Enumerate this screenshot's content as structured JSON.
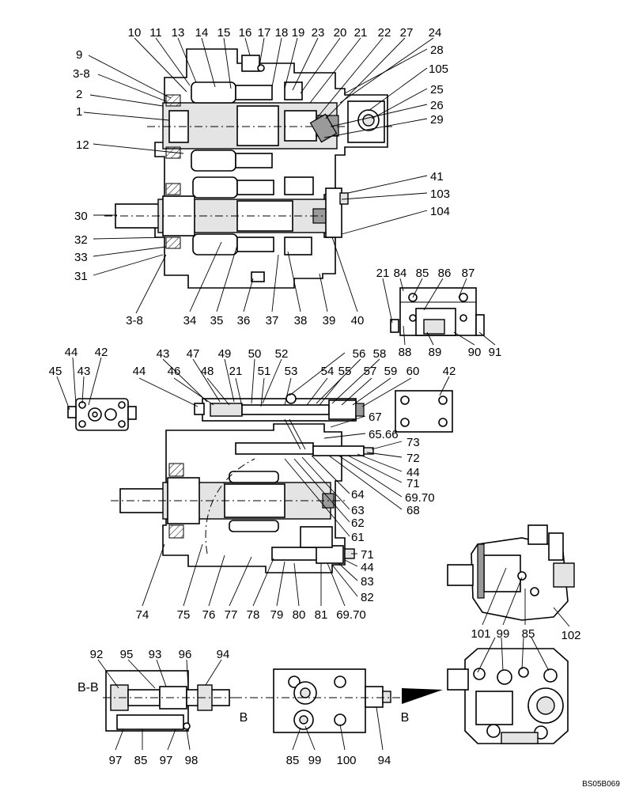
{
  "diagram": {
    "ref_code": "BS05B069",
    "section_labels": {
      "bb": "B-B",
      "b_left": "B",
      "b_right": "B"
    },
    "callouts_top": [
      "10",
      "11",
      "13",
      "14",
      "15",
      "16",
      "17",
      "18",
      "19",
      "23",
      "20",
      "21",
      "22",
      "27",
      "24"
    ],
    "callouts_top_right": [
      "28",
      "105",
      "25",
      "26",
      "29",
      "41",
      "103",
      "104"
    ],
    "callouts_top_left": [
      "9",
      "3-8",
      "2",
      "1",
      "12",
      "30",
      "32",
      "33",
      "31"
    ],
    "callouts_top_bottom": [
      "3-8",
      "34",
      "35",
      "36",
      "37",
      "38",
      "39",
      "40"
    ],
    "callouts_small_view": [
      "21",
      "84",
      "85",
      "86",
      "87",
      "88",
      "89",
      "90",
      "91"
    ],
    "callouts_left_block": [
      "44",
      "42",
      "45",
      "43"
    ],
    "callouts_plate": [
      "42"
    ],
    "callouts_mid_top": [
      "43",
      "47",
      "49",
      "50",
      "52",
      "44",
      "46",
      "48",
      "21",
      "51",
      "53",
      "56",
      "58",
      "54",
      "55",
      "57",
      "59",
      "60"
    ],
    "callouts_mid_right": [
      "67",
      "65.66",
      "73",
      "72",
      "44",
      "71",
      "69.70",
      "64",
      "63",
      "68",
      "62",
      "61",
      "71",
      "44",
      "83",
      "82"
    ],
    "callouts_mid_bottom": [
      "74",
      "75",
      "76",
      "77",
      "78",
      "79",
      "80",
      "81",
      "69.70"
    ],
    "callouts_iso": [
      "101",
      "99",
      "85",
      "102"
    ],
    "callouts_bottom": [
      "92",
      "95",
      "93",
      "96",
      "94",
      "97",
      "85",
      "97",
      "98",
      "85",
      "99",
      "100",
      "94"
    ]
  }
}
